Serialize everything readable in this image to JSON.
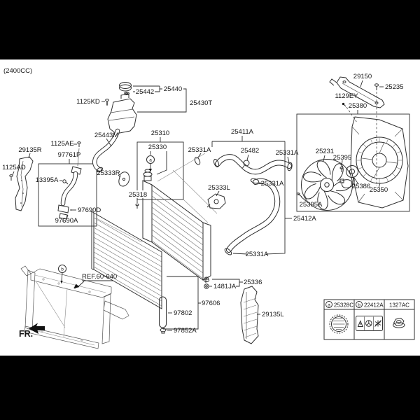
{
  "page": {
    "variant_label": "(2400CC)",
    "front_label": "FR.",
    "ref_label": "REF.60-640",
    "colors": {
      "background": "#ffffff",
      "letterbox": "#000000",
      "line": "#2b2b2b"
    }
  },
  "markers": {
    "a": "a",
    "b": "b"
  },
  "callouts": {
    "p25440": "25440",
    "p25442": "25442",
    "p25430T": "25430T",
    "p1125KD": "1125KD",
    "p25443M": "25443M",
    "p29150": "29150",
    "p25235": "25235",
    "p1129EY": "1129EY",
    "p25380": "25380",
    "p25310": "25310",
    "p25330": "25330",
    "p25318": "25318",
    "p25411A": "25411A",
    "p25482": "25482",
    "p25331A_upper_left": "25331A",
    "p25331A_upper_right": "25331A",
    "p25331A_mid": "25331A",
    "p25331A_lower": "25331A",
    "p25231": "25231",
    "p25395": "25395",
    "p25395A": "25395A",
    "p25386": "25386",
    "p25350": "25350",
    "p25412A": "25412A",
    "p29135R": "29135R",
    "p1125AD": "1125AD",
    "p1125AE": "1125AE",
    "p97761P": "97761P",
    "p13395A": "13395A",
    "p25333R": "25333R",
    "p25333L": "25333L",
    "p97690D": "97690D",
    "p97690A": "97690A",
    "p25336": "25336",
    "p1481JA": "1481JA",
    "p97606": "97606",
    "p97802": "97802",
    "p97852A": "97852A",
    "p29135L": "29135L"
  },
  "legend": {
    "items": [
      {
        "marker": "a",
        "code": "25328C",
        "icon": "radiator-cap-icon"
      },
      {
        "marker": "b",
        "code": "22412A",
        "icon": "caution-label-icon"
      },
      {
        "marker": "",
        "code": "1327AC",
        "icon": "flange-nut-icon"
      }
    ]
  }
}
